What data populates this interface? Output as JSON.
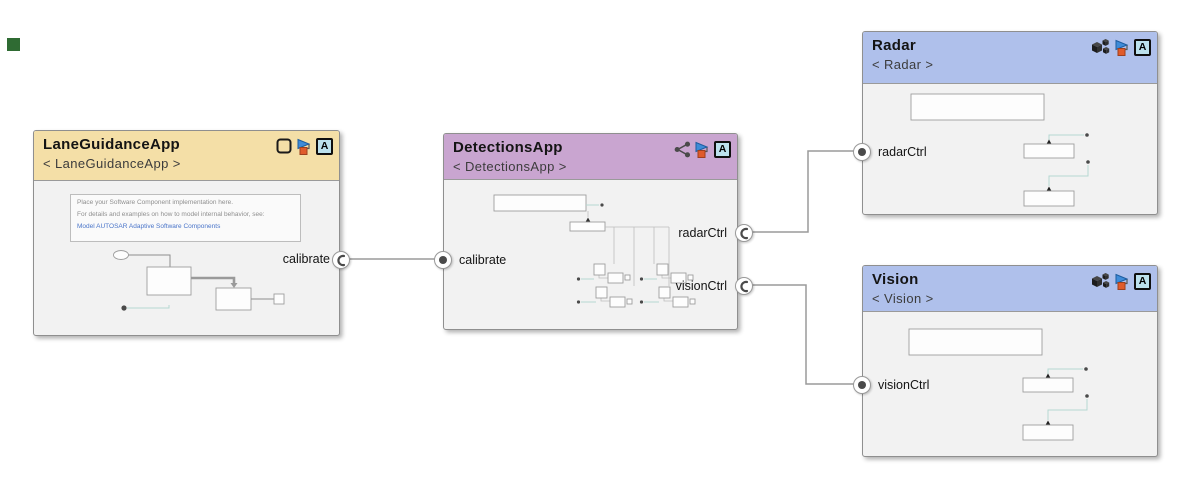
{
  "blocks": {
    "lane": {
      "title": "LaneGuidanceApp",
      "subtitle": "< LaneGuidanceApp >",
      "header_color": "#f4dfa7",
      "port_calibrate": "calibrate",
      "notes": {
        "line1": "Place your Software Component implementation here.",
        "line2": "For details and examples on how to model internal behavior, see:",
        "link": "Model AUTOSAR Adaptive Software Components"
      }
    },
    "det": {
      "title": "DetectionsApp",
      "subtitle": "< DetectionsApp >",
      "header_color": "#c9a5d0",
      "port_calibrate": "calibrate",
      "port_radar": "radarCtrl",
      "port_vision": "visionCtrl"
    },
    "radar": {
      "title": "Radar",
      "subtitle": "< Radar >",
      "header_color": "#afc0eb",
      "port_radar": "radarCtrl"
    },
    "vision": {
      "title": "Vision",
      "subtitle": "< Vision >",
      "header_color": "#afc0eb",
      "port_vision": "visionCtrl"
    }
  },
  "icons": {
    "adaptive_badge_label": "A",
    "frame_icon": "component-frame",
    "model_reference_icon": "model-reference-arrow-with-square",
    "share_icon": "share-nodes",
    "cubes_icon": "library-3d-cubes"
  },
  "colors": {
    "canvas_bg": "#ffffff",
    "block_body": "#f2f2f2",
    "block_border": "#8f8f8f",
    "lane_header": "#f4dfa7",
    "det_header": "#c9a5d0",
    "radar_vision_header": "#afc0eb",
    "wire": "#9a9a9a",
    "port_marker": "#4a4a4a",
    "badge_bg": "#bce1ed",
    "model_ref_blue": "#3e8bd8",
    "model_ref_orange": "#e05b2b",
    "link_blue": "#4a75c9",
    "note_text": "#8f8f8f",
    "thumb_teal": "#b5d8d2",
    "green_annotation": "#2f6b33"
  }
}
